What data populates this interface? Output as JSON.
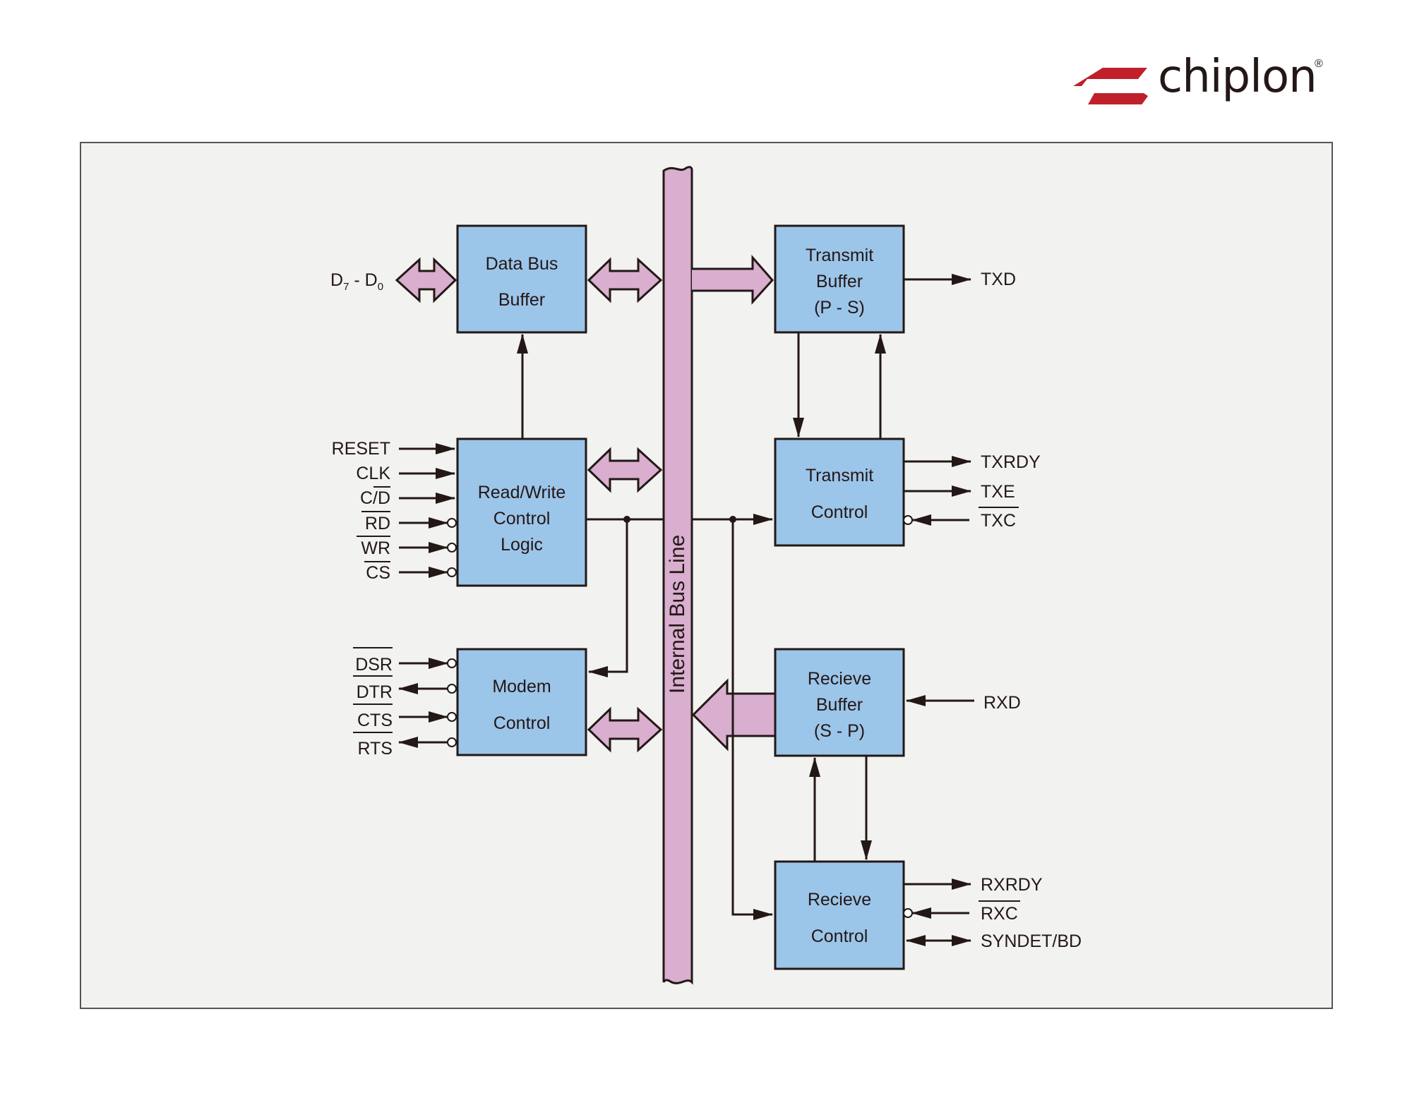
{
  "brand": {
    "name": "chiplon",
    "registered_mark": "®",
    "accent_color": "#c0202a"
  },
  "diagram": {
    "bus_label": "Internal Bus Line",
    "colors": {
      "block_fill": "#9cc5ea",
      "bus_fill": "#d9aecf",
      "line": "#231815",
      "background": "#f2f2f0"
    },
    "blocks": {
      "data_bus_buffer": [
        "Data Bus",
        "Buffer"
      ],
      "rw_control": [
        "Read/Write",
        "Control",
        "Logic"
      ],
      "modem_control": [
        "Modem",
        "Control"
      ],
      "transmit_buffer": [
        "Transmit",
        "Buffer",
        "(P - S)"
      ],
      "transmit_control": [
        "Transmit",
        "Control"
      ],
      "receive_buffer": [
        "Recieve",
        "Buffer",
        "(S - P)"
      ],
      "receive_control": [
        "Recieve",
        "Control"
      ]
    },
    "signals": {
      "data_bus": {
        "main": "D",
        "sub1": "7",
        "mid": " - D",
        "sub2": "0"
      },
      "rw": [
        "RESET",
        "CLK",
        "C/D",
        "RD",
        "WR",
        "CS"
      ],
      "modem": [
        "DSR",
        "DTR",
        "CTS",
        "RTS"
      ],
      "txd": "TXD",
      "tx_ctrl": [
        "TXRDY",
        "TXE",
        "TXC"
      ],
      "rxd": "RXD",
      "rx_ctrl": [
        "RXRDY",
        "RXC",
        "SYNDET/BD"
      ]
    }
  }
}
